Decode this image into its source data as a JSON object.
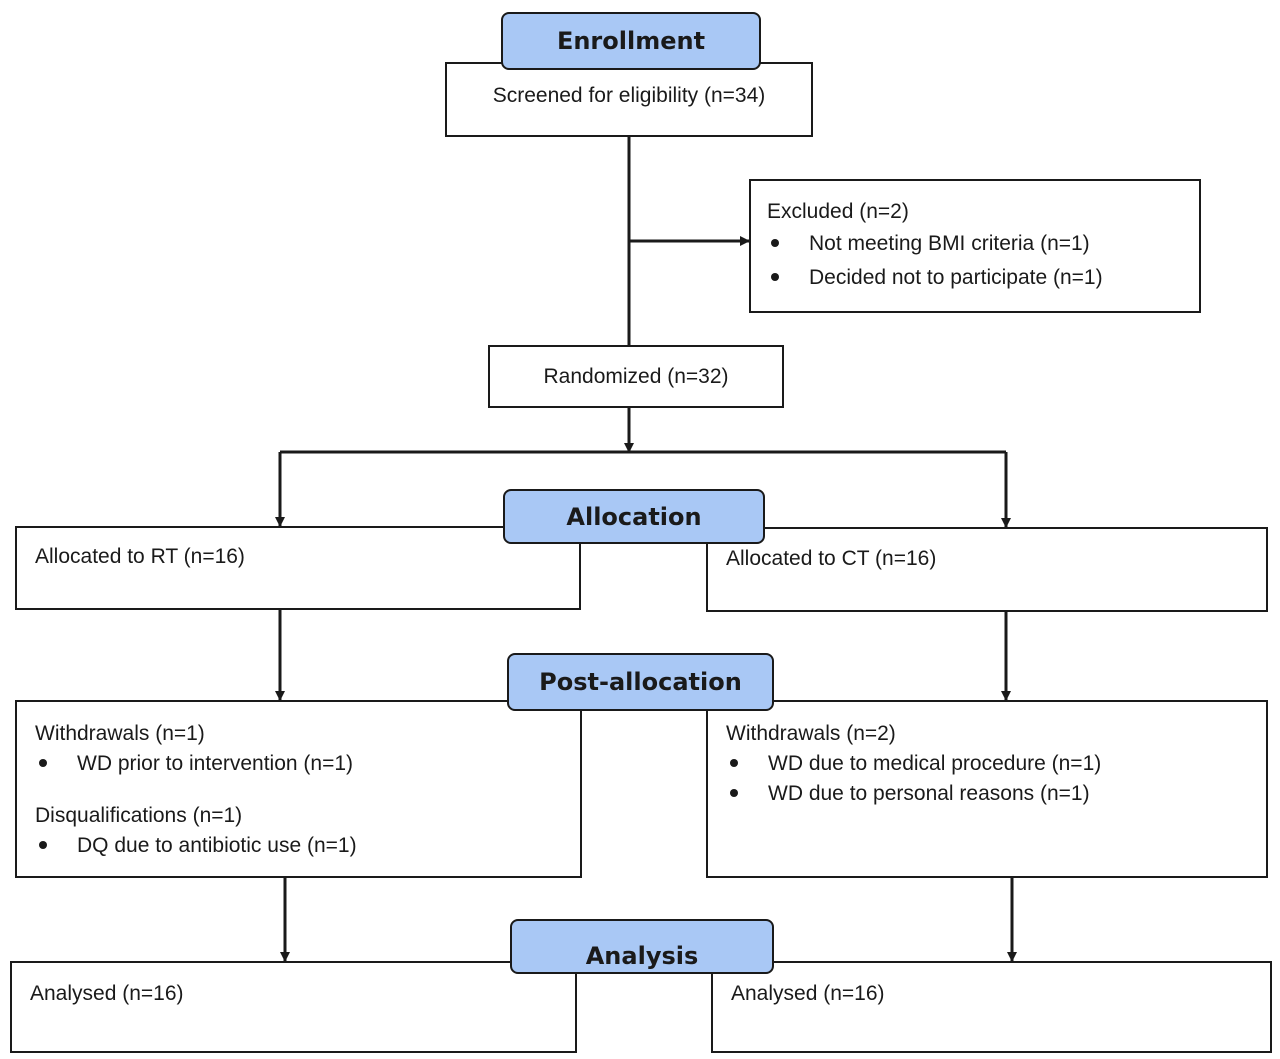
{
  "stages": {
    "enrollment": "Enrollment",
    "allocation": "Allocation",
    "post_allocation": "Post-allocation",
    "analysis": "Analysis"
  },
  "enrollment": {
    "screened": "Screened for eligibility (n=34)",
    "excluded": {
      "title": "Excluded (n=2)",
      "items": [
        "Not meeting BMI criteria (n=1)",
        "Decided not to participate (n=1)"
      ]
    },
    "randomized": "Randomized (n=32)"
  },
  "allocation": {
    "rt": "Allocated to RT (n=16)",
    "ct": "Allocated to CT (n=16)"
  },
  "post_allocation": {
    "rt": {
      "withdrawals_title": "Withdrawals (n=1)",
      "withdrawals": [
        "WD prior to intervention (n=1)"
      ],
      "disqualifications_title": "Disqualifications (n=1)",
      "disqualifications": [
        "DQ due to antibiotic use (n=1)"
      ]
    },
    "ct": {
      "withdrawals_title": "Withdrawals (n=2)",
      "withdrawals": [
        "WD due to medical procedure (n=1)",
        "WD due to personal reasons (n=1)"
      ]
    }
  },
  "analysis": {
    "rt": "Analysed (n=16)",
    "ct": "Analysed (n=16)"
  },
  "colors": {
    "stage_fill": "#a9c8f5",
    "line": "#1a1a1a"
  }
}
